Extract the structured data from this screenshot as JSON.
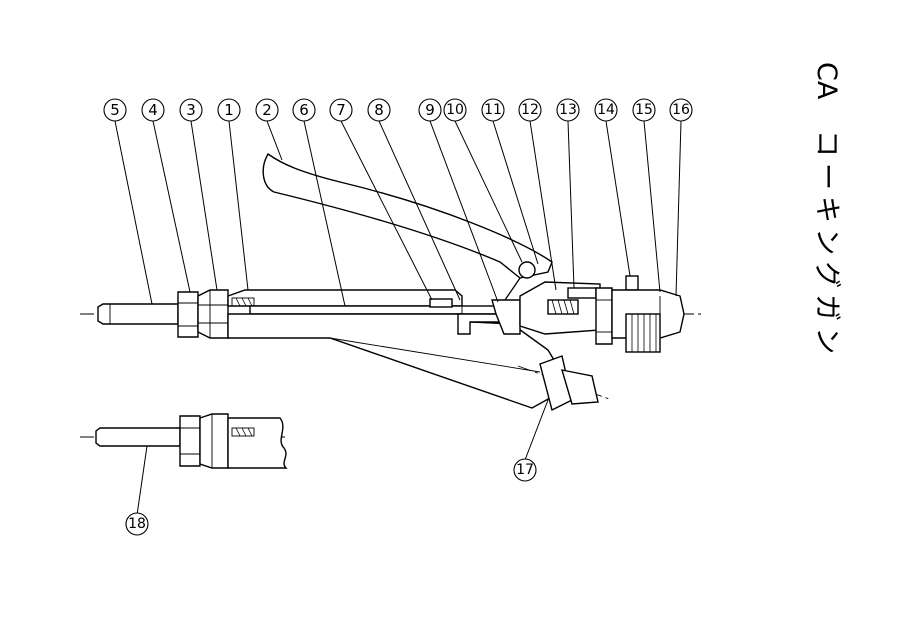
{
  "title": {
    "model": "CA",
    "name": "コーキングガン"
  },
  "parts": [
    {
      "id": "part-5",
      "label": "5"
    },
    {
      "id": "part-4",
      "label": "4"
    },
    {
      "id": "part-3",
      "label": "3"
    },
    {
      "id": "part-1",
      "label": "1"
    },
    {
      "id": "part-2",
      "label": "2"
    },
    {
      "id": "part-6",
      "label": "6"
    },
    {
      "id": "part-7",
      "label": "7"
    },
    {
      "id": "part-8",
      "label": "8"
    },
    {
      "id": "part-9",
      "label": "9"
    },
    {
      "id": "part-10",
      "label": "10"
    },
    {
      "id": "part-11",
      "label": "11"
    },
    {
      "id": "part-12",
      "label": "12"
    },
    {
      "id": "part-13",
      "label": "13"
    },
    {
      "id": "part-14",
      "label": "14"
    },
    {
      "id": "part-15",
      "label": "15"
    },
    {
      "id": "part-16",
      "label": "16"
    },
    {
      "id": "part-17",
      "label": "17"
    },
    {
      "id": "part-18",
      "label": "18"
    }
  ]
}
